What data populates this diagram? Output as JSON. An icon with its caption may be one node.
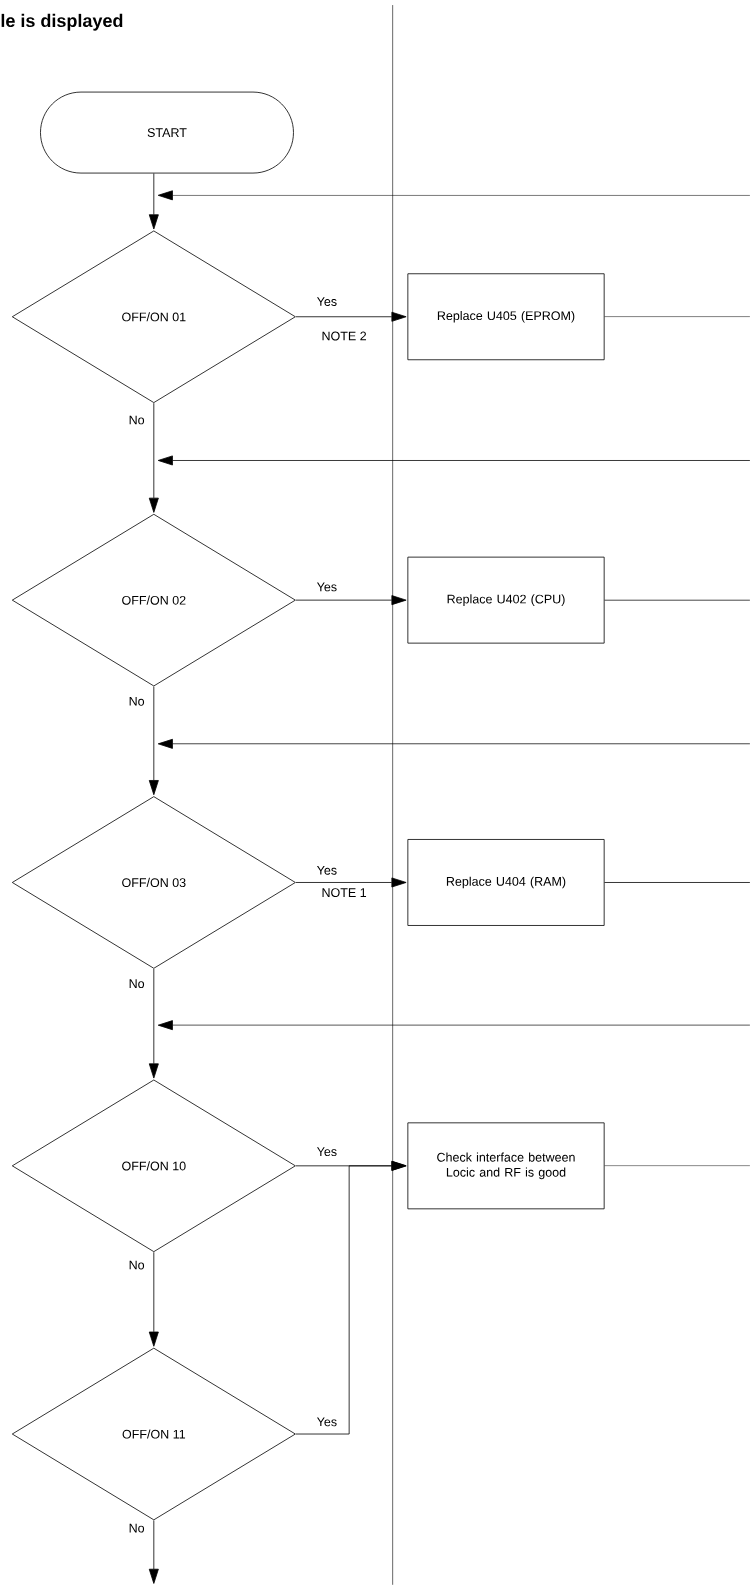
{
  "diagram": {
    "title": "le is displayed",
    "nodes": [
      {
        "text": [
          "START"
        ]
      },
      {
        "text": [
          "OFF/ON 01"
        ]
      },
      {
        "text": [
          "Replace U405 (EPROM)"
        ]
      },
      {
        "text": [
          "OFF/ON 02"
        ]
      },
      {
        "text": [
          "Replace U402 (CPU)"
        ]
      },
      {
        "text": [
          "OFF/ON 03"
        ]
      },
      {
        "text": [
          "Replace U404 (RAM)"
        ]
      },
      {
        "text": [
          "OFF/ON 10"
        ]
      },
      {
        "text": [
          "Check interface between Locic and RF is good"
        ]
      },
      {
        "text": [
          "OFF/ON 11"
        ]
      }
    ],
    "edges": [
      {
        "from": 0,
        "to": 1,
        "arrow": "to"
      },
      {
        "from": 1,
        "to": 2,
        "arrow": "to",
        "label": "Yes"
      },
      {
        "from": 2,
        "to": null,
        "arrow": "none"
      },
      {
        "from": null,
        "to": 1,
        "arrow": "to"
      },
      {
        "from": 1,
        "to": 3,
        "arrow": "to",
        "label": "No"
      },
      {
        "from": 3,
        "to": 4,
        "arrow": "to",
        "label": "Yes"
      },
      {
        "from": 4,
        "to": null,
        "arrow": "none"
      },
      {
        "from": null,
        "to": 3,
        "arrow": "to"
      },
      {
        "from": 3,
        "to": 5,
        "arrow": "to",
        "label": "No"
      },
      {
        "from": 5,
        "to": 6,
        "arrow": "to",
        "label": "Yes"
      },
      {
        "from": 6,
        "to": null,
        "arrow": "none"
      },
      {
        "from": null,
        "to": 5,
        "arrow": "to"
      },
      {
        "from": 5,
        "to": 7,
        "arrow": "to",
        "label": "No"
      },
      {
        "from": 7,
        "to": 8,
        "arrow": "to",
        "label": "Yes"
      },
      {
        "from": 8,
        "to": null,
        "arrow": "none"
      },
      {
        "from": null,
        "to": 7,
        "arrow": "to"
      },
      {
        "from": 7,
        "to": 9,
        "arrow": "to",
        "label": "No"
      },
      {
        "from": 9,
        "to": 8,
        "arrow": "to",
        "label": "Yes"
      },
      {
        "from": 9,
        "to": null,
        "arrow": "to",
        "label": "No"
      }
    ],
    "labels": [
      "NOTE 2",
      "NOTE 1"
    ]
  }
}
